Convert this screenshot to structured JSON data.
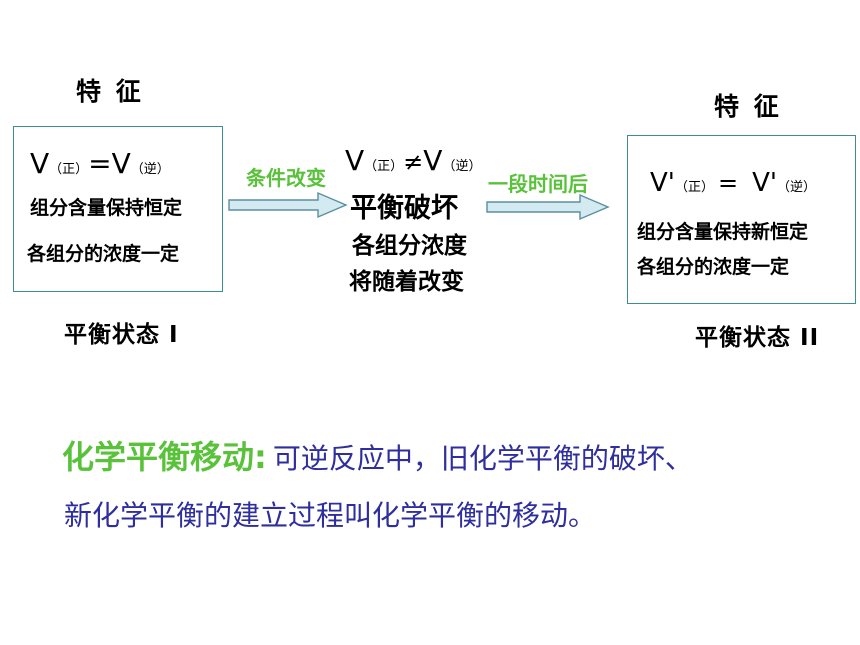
{
  "left": {
    "feature_label": "特 征",
    "v_eq": {
      "v1": "V",
      "sub1": "（正）",
      "op": "=",
      "v2": "V",
      "sub2": "（逆）"
    },
    "line1": "组分含量保持恒定",
    "line2": "各组分的浓度一定",
    "state_label": "平衡状态 I"
  },
  "transition1": {
    "label": "条件改变"
  },
  "middle": {
    "v_neq": {
      "v1": "V",
      "sub1": "（正）",
      "op": "≠",
      "v2": "V",
      "sub2": "（逆）"
    },
    "line1": "平衡破坏",
    "line2": "各组分浓度",
    "line3": "将随着改变"
  },
  "transition2": {
    "label": "一段时间后"
  },
  "right": {
    "feature_label": "特 征",
    "v_eq": {
      "v1": "V'",
      "sub1": "（正）",
      "op": "=",
      "v2": "V'",
      "sub2": "（逆）"
    },
    "line1": "组分含量保持新恒定",
    "line2": "各组分的浓度一定",
    "state_label": "平衡状态 II"
  },
  "definition": {
    "term": "化学平衡移动:",
    "line1": "可逆反应中，旧化学平衡的破坏、",
    "line2": "新化学平衡的建立过程叫化学平衡的移动。"
  },
  "colors": {
    "green": "#59c23a",
    "blue": "#2e2e9e",
    "box_border": "#3d8f8f",
    "arrow_fill": "#d3eaf0",
    "arrow_stroke": "#5a8fa0"
  }
}
